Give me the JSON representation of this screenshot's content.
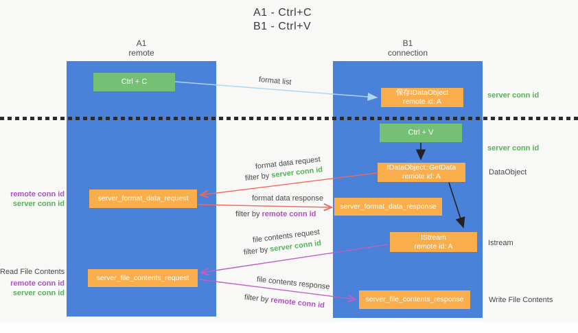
{
  "title": {
    "line1": "A1 - Ctrl+C",
    "line2": "B1 - Ctrl+V"
  },
  "lifelines": {
    "left": {
      "name": "A1",
      "role": "remote"
    },
    "right": {
      "name": "B1",
      "role": "connection"
    }
  },
  "boxes": {
    "ctrl_c": "Ctrl + C",
    "ctrl_v": "Ctrl + V",
    "save_dataobject": {
      "line1": "保存IDataObject",
      "line2": "remote id: A"
    },
    "getdata": {
      "line1": "IDataObject::GetData",
      "line2": "remote id: A"
    },
    "istream": {
      "line1": "IStream",
      "line2": "remote id: A"
    },
    "format_request": "server_format_data_request",
    "format_response": "server_format_data_response",
    "file_request": "server_file_contents_request",
    "file_response": "server_file_contents_response"
  },
  "arrow_labels": {
    "format_list": "format list",
    "format_data_request": "format data request",
    "format_data_response": "format data response",
    "file_contents_request": "file contents request",
    "file_contents_response": "file contents response",
    "filter_by": "filter by",
    "server_conn_id": "server conn id",
    "remote_conn_id": "remote conn id"
  },
  "side_labels": {
    "right_server_conn_id_top": "server conn id",
    "right_server_conn_id_mid": "server conn id",
    "right_dataobject": "DataObject",
    "right_istream": "Istream",
    "right_write_file": "Write File Contents",
    "left_remote_conn_id_top": "remote conn id",
    "left_server_conn_id_top": "server conn id",
    "left_read_file": "Read File Contents",
    "left_remote_conn_id_bottom": "remote conn id",
    "left_server_conn_id_bottom": "server conn id"
  },
  "colors": {
    "lifeline_blue": "#4a82d9",
    "action_green": "#74c074",
    "message_orange": "#f9ae4b",
    "conn_green": "#53b355",
    "conn_purple": "#b14fc4",
    "arrow_red": "#ec6a5e",
    "arrow_pink": "#c05fc4",
    "arrow_lightblue": "#aed7f5",
    "arrow_black": "#222222"
  }
}
